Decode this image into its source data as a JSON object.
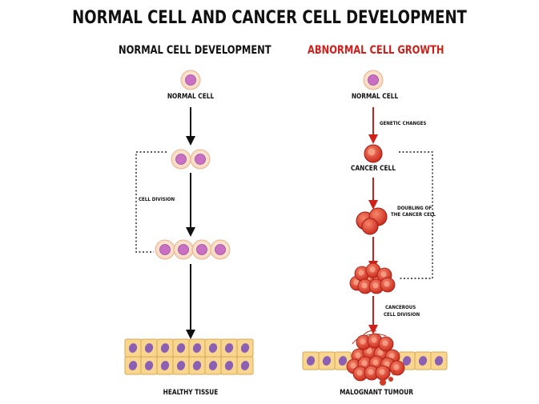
{
  "title": "NORMAL CELL AND CANCER CELL DEVELOPMENT",
  "left_column": {
    "heading": "NORMAL CELL DEVELOPMENT",
    "start_label": "NORMAL CELL",
    "division_label": "CELL DIVISION",
    "end_label": "HEALTHY TISSUE"
  },
  "right_column": {
    "heading": "ABNORMAL CELL GROWTH",
    "start_label": "NORMAL CELL",
    "genetic_label": "GENETIC CHANGES",
    "cancer_label": "CANCER CELL",
    "doubling_label_line1": "DOUBLING OF",
    "doubling_label_line2": "THE CANCER CELL",
    "cancerous_label_line1": "CANCEROUS",
    "cancerous_label_line2": "CELL DIVISION",
    "end_label": "MALOGNANT TUMOUR"
  },
  "colors": {
    "normal_arrow": "#111111",
    "cancer_arrow": "#d0201a",
    "cell_outer": "#fbe3cf",
    "cell_nucleus": "#c96fc4",
    "cancer_cell": "#e2452e",
    "tissue_cell": "#f7d48d",
    "heading_red": "#d0201a"
  }
}
